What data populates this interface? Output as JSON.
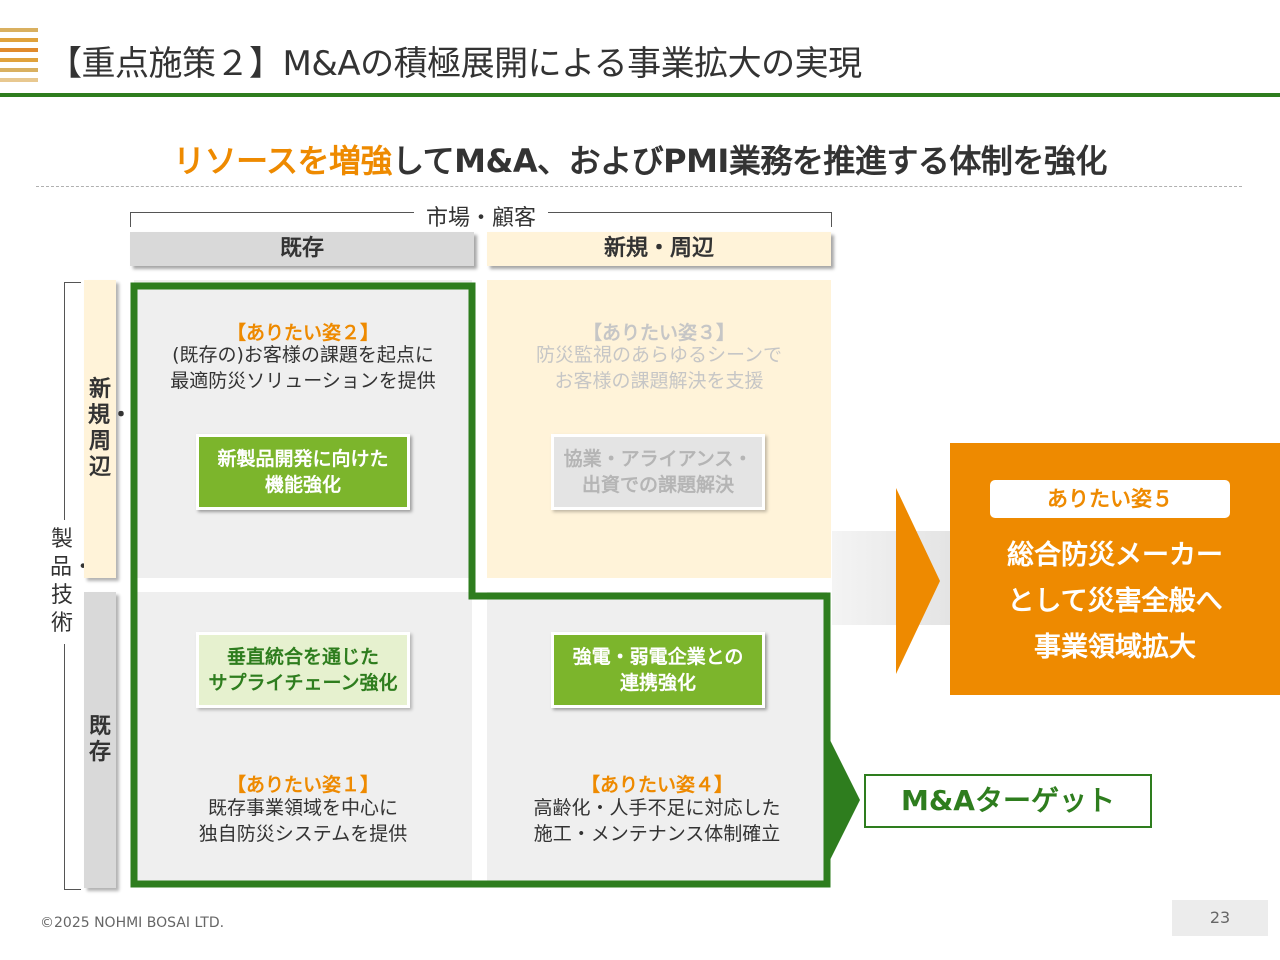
{
  "header": {
    "title": "【重点施策２】M&Aの積極展開による事業拡大の実現"
  },
  "subtitle": {
    "highlight": "リソースを増強",
    "rest": "してM&A、およびPMI業務を推進する体制を強化"
  },
  "axes": {
    "x_label": "市場・顧客",
    "x_existing": "既存",
    "x_new": "新規・周辺",
    "y_label": "製品・技術",
    "y_new": "新規・周辺",
    "y_existing": "既存"
  },
  "quadrants": {
    "q2": {
      "label": "【ありたい姿２】",
      "line1": "(既存の)お客様の課題を起点に",
      "line2": "最適防災ソリューションを提供",
      "box_line1": "新製品開発に向けた",
      "box_line2": "機能強化"
    },
    "q3": {
      "label": "【ありたい姿３】",
      "line1": "防災監視のあらゆるシーンで",
      "line2": "お客様の課題解決を支援",
      "box_line1": "協業・アライアンス・",
      "box_line2": "出資での課題解決"
    },
    "q1": {
      "label": "【ありたい姿１】",
      "line1": "既存事業領域を中心に",
      "line2": "独自防災システムを提供",
      "box_line1": "垂直統合を通じた",
      "box_line2": "サプライチェーン強化"
    },
    "q4": {
      "label": "【ありたい姿４】",
      "line1": "高齢化・人手不足に対応した",
      "line2": "施工・メンテナンス体制確立",
      "box_line1": "強電・弱電企業との",
      "box_line2": "連携強化"
    }
  },
  "goal": {
    "tag": "ありたい姿５",
    "line1": "総合防災メーカー",
    "line2": "として災害全般へ",
    "line3": "事業領域拡大"
  },
  "ma_target": "M&Aターゲット",
  "footer": {
    "copyright": "©2025 NOHMI BOSAI LTD.",
    "page": "23"
  },
  "colors": {
    "orange": "#ee8a00",
    "green_dark": "#2e7d1e",
    "green_box": "#7cb52c",
    "cream": "#fff3d9",
    "grey_quad": "#efefef"
  }
}
